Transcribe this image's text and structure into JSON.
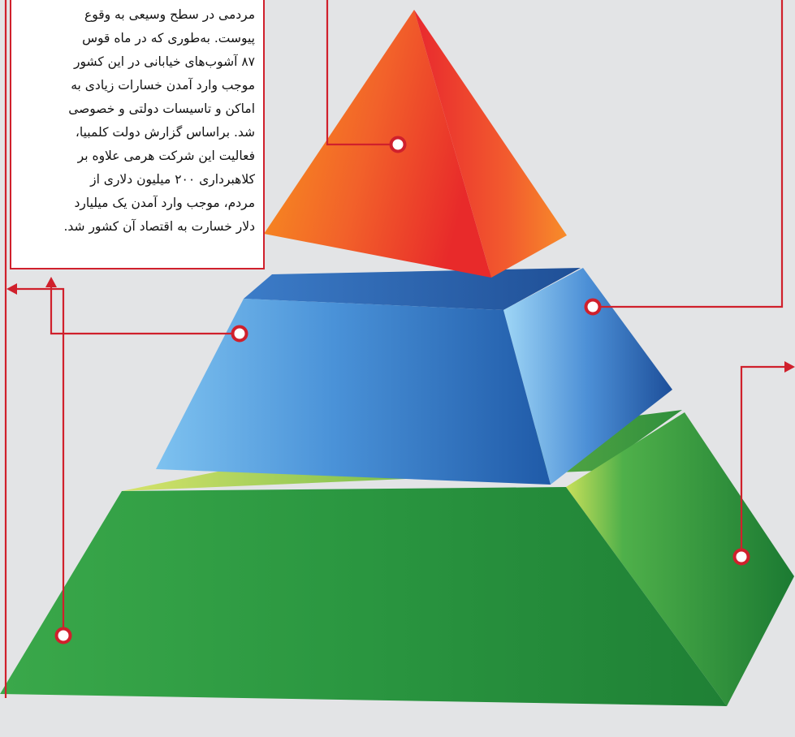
{
  "callout": {
    "lines": [
      "مردمی در سطح وسیعی به وقوع",
      "پیوست. به‌طوری که در ماه قوس",
      "۸۷ آشوب‌های خیابانی در این کشور",
      "موجب وارد آمدن خسارات زیادی به",
      "اماکن و تاسیسات دولتی و خصوصی",
      "شد. براساس گزارش دولت کلمبیا،",
      "فعالیت این شرکت هرمی علاوه بر",
      "کلاهبرداری ۲۰۰ میلیون دلاری از",
      "مردم، موجب وارد آمدن یک میلیارد",
      "دلار خسارت به اقتصاد آن کشور شد."
    ]
  },
  "colors": {
    "background": "#e3e4e6",
    "connector": "#d0202c",
    "top_tier": "#f0452a",
    "middle_tier": "#2f78c8",
    "bottom_tier": "#2a9a44"
  }
}
